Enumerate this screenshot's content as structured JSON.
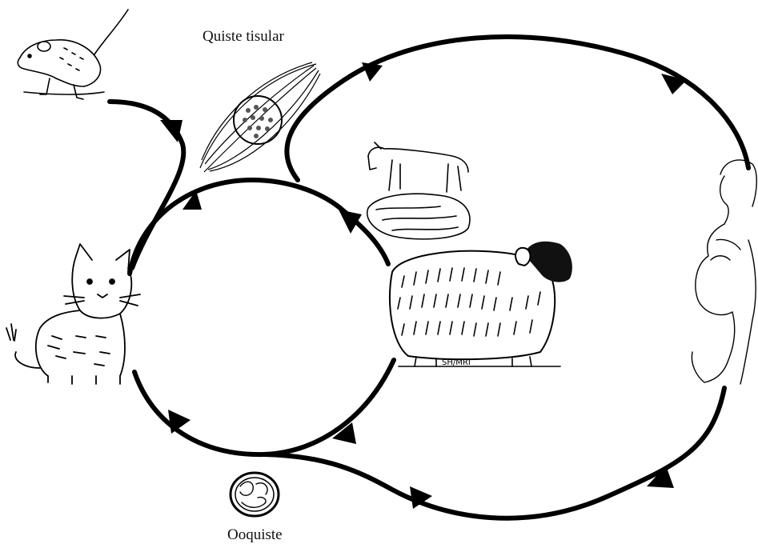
{
  "labels": {
    "tissue_cyst": "Quiste tisular",
    "oocyst": "Ooquiste"
  },
  "sheep_signature": "SH/MRI",
  "elements": [
    {
      "name": "mouse-icon",
      "depicts": "mouse"
    },
    {
      "name": "tissue-cyst-icon",
      "depicts": "tissue cyst in muscle"
    },
    {
      "name": "cat-icon",
      "depicts": "cat"
    },
    {
      "name": "goat-meat-icon",
      "depicts": "goat above a piece of meat"
    },
    {
      "name": "sheep-icon",
      "depicts": "sheep"
    },
    {
      "name": "pregnant-woman-icon",
      "depicts": "pregnant woman"
    },
    {
      "name": "oocyst-icon",
      "depicts": "oocyst"
    }
  ],
  "colors": {
    "line": "#000000",
    "background": "#ffffff"
  }
}
